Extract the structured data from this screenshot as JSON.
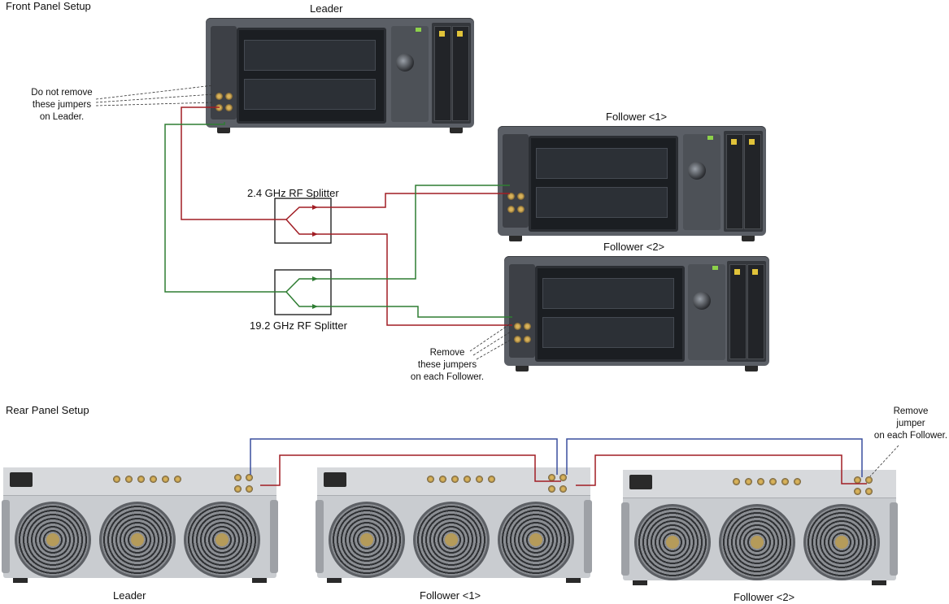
{
  "front_panel": {
    "title": "Front Panel Setup",
    "leader_label": "Leader",
    "follower1_label": "Follower <1>",
    "follower2_label": "Follower <2>",
    "splitter_24_label": "2.4 GHz RF Splitter",
    "splitter_192_label": "19.2 GHz RF Splitter",
    "note_leader": "Do not remove\nthese jumpers\non Leader.",
    "note_followers": "Remove\nthese jumpers\non each Follower."
  },
  "rear_panel": {
    "title": "Rear Panel Setup",
    "leader_label": "Leader",
    "follower1_label": "Follower <1>",
    "follower2_label": "Follower <2>",
    "note_jumper": "Remove\njumper\non each Follower."
  },
  "colors": {
    "red_cable": "#a11d24",
    "green_cable": "#2e7d32",
    "blue_cable": "#3a4f9e",
    "splitter_border": "#111111"
  }
}
